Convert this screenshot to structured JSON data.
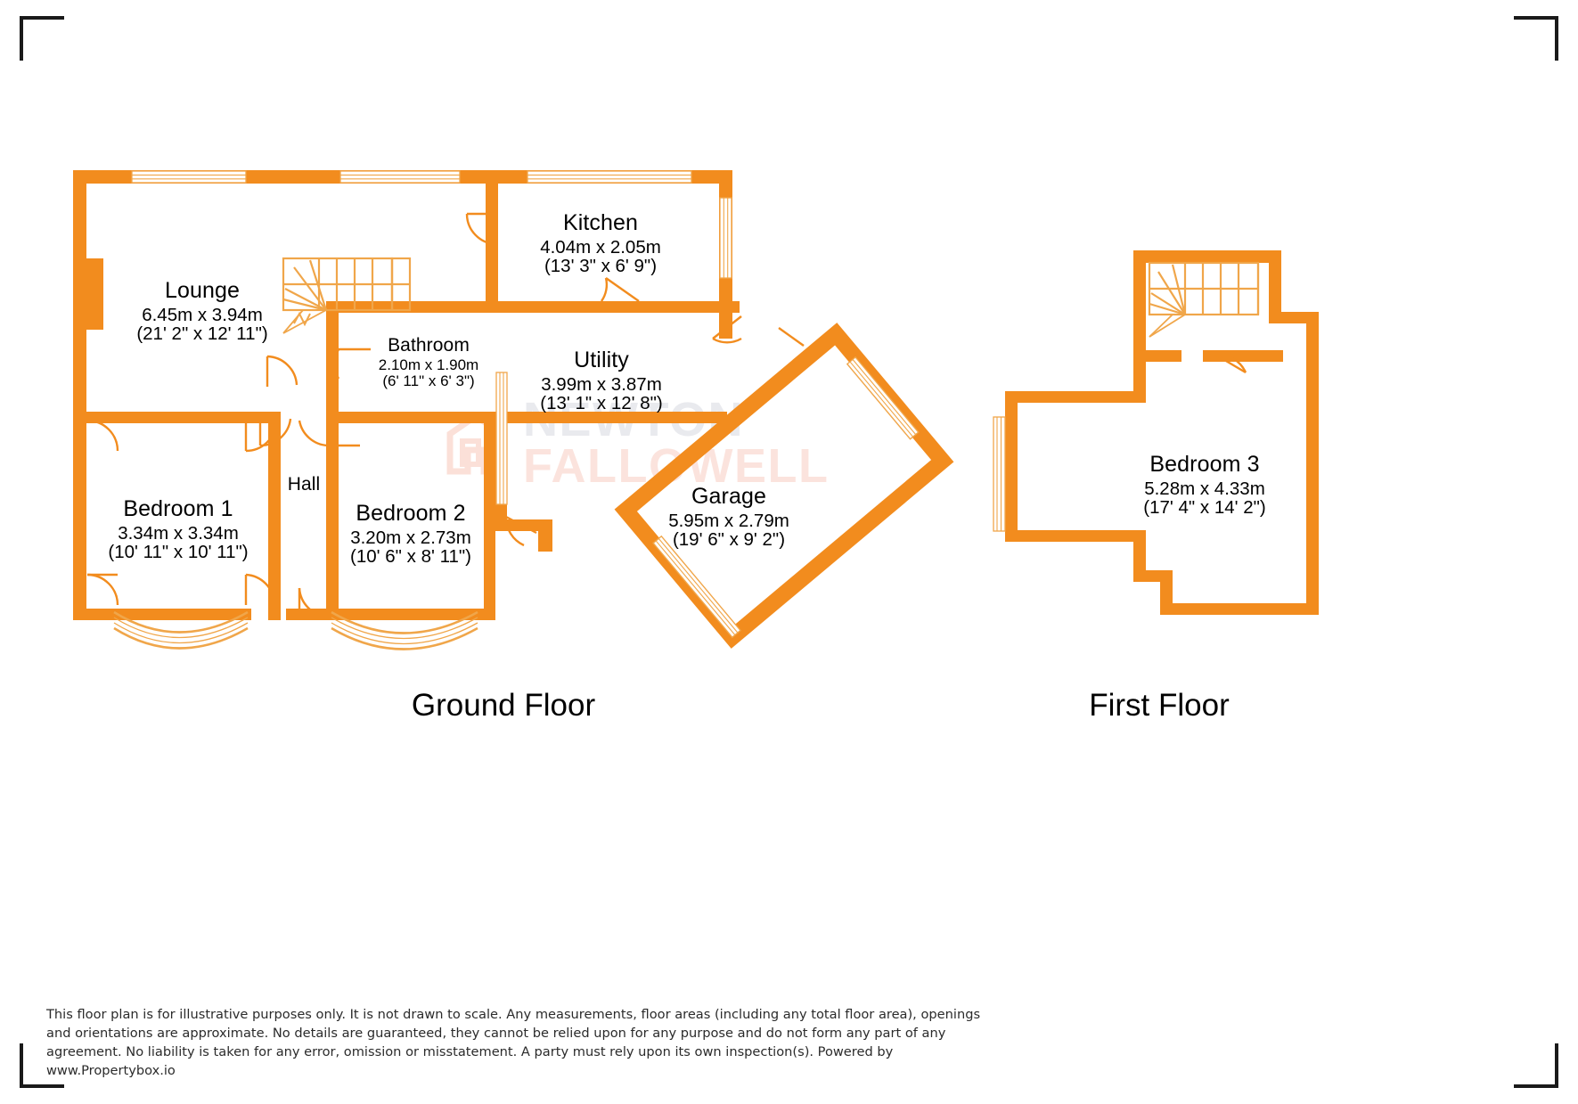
{
  "document": {
    "type": "property-floor-plan",
    "accent_color": "#F28C1E",
    "crop_mark_color": "#1A1A1A"
  },
  "watermark": {
    "line1": "NEWTON",
    "line2": "FALLOWELL",
    "line1_color": "#E9EAEE",
    "line2_color": "#FBE3DD",
    "mark_color": "#FBE0D8"
  },
  "floors": [
    {
      "id": "ground",
      "title": "Ground Floor",
      "rooms": [
        {
          "name": "Lounge",
          "metric": "6.45m x 3.94m",
          "imperial": "(21' 2\" x 12' 11\")"
        },
        {
          "name": "Kitchen",
          "metric": "4.04m x 2.05m",
          "imperial": "(13' 3\" x 6' 9\")"
        },
        {
          "name": "Bathroom",
          "metric": "2.10m x 1.90m",
          "imperial": "(6' 11\" x 6' 3\")"
        },
        {
          "name": "Utility",
          "metric": "3.99m x 3.87m",
          "imperial": "(13' 1\" x 12' 8\")"
        },
        {
          "name": "Hall",
          "metric": "",
          "imperial": ""
        },
        {
          "name": "Bedroom 1",
          "metric": "3.34m x 3.34m",
          "imperial": "(10' 11\" x 10' 11\")"
        },
        {
          "name": "Bedroom 2",
          "metric": "3.20m x 2.73m",
          "imperial": "(10' 6\" x 8' 11\")"
        },
        {
          "name": "Garage",
          "metric": "5.95m x 2.79m",
          "imperial": "(19' 6\" x 9' 2\")"
        }
      ]
    },
    {
      "id": "first",
      "title": "First Floor",
      "rooms": [
        {
          "name": "Bedroom 3",
          "metric": "5.28m x 4.33m",
          "imperial": "(17' 4\" x 14' 2\")"
        }
      ]
    }
  ],
  "disclaimer": {
    "text": "This floor plan is for illustrative purposes only. It is not drawn to scale. Any measurements, floor areas (including any total floor area), openings and orientations are approximate. No details are guaranteed, they cannot be relied upon for any purpose and do not form any part of any agreement. No liability is taken for any error, omission or misstatement. A party must rely upon its own inspection(s). Powered by www.Propertybox.io"
  }
}
